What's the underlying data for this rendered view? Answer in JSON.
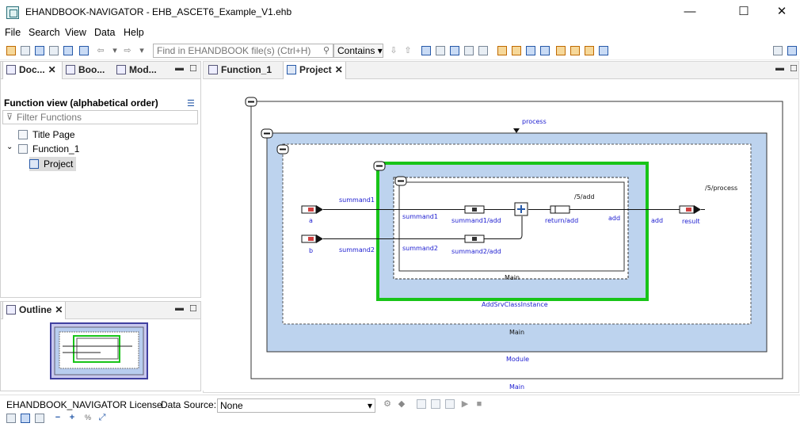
{
  "window": {
    "title": "EHANDBOOK-NAVIGATOR - EHB_ASCET6_Example_V1.ehb",
    "minimize": "—",
    "maximize": "☐",
    "close": "✕"
  },
  "menu": [
    "File",
    "Search",
    "View",
    "Data",
    "Help"
  ],
  "toolbar": {
    "search_placeholder": "Find in EHANDBOOK file(s) (Ctrl+H)",
    "mode": "Contains"
  },
  "left_panel": {
    "tabs": [
      "Doc...",
      "Boo...",
      "Mod..."
    ],
    "heading": "Function view (alphabetical order)",
    "filter_placeholder": "Filter Functions",
    "tree": [
      {
        "label": "Title Page"
      },
      {
        "label": "Function_1"
      },
      {
        "label": "Project"
      }
    ]
  },
  "outline_panel": {
    "tab": "Outline"
  },
  "editor": {
    "tabs": [
      "Function_1",
      "Project"
    ]
  },
  "diagram": {
    "top_label": "process",
    "input_a": "a",
    "input_b": "b",
    "summand1_outer": "summand1",
    "summand2_outer": "summand2",
    "summand1_inner": "summand1",
    "summand2_inner": "summand2",
    "summand1_add": "summand1/add",
    "summand2_add": "summand2/add",
    "return_add": "return/add",
    "add_inner": "add",
    "add_outer": "add",
    "path_add": "/5/add",
    "path_process": "/5/process",
    "result": "result",
    "main_inner": "Main",
    "instance": "AddSrvClassInstance",
    "main_mid": "Main",
    "module": "Module",
    "main_outer": "Main"
  },
  "status": {
    "license": "EHANDBOOK_NAVIGATOR License",
    "datasource_label": "Data Source:",
    "datasource_value": "None"
  },
  "colors": {
    "module_fill": "#bdd3ee",
    "instance_border": "#18c418",
    "wire": "#111111",
    "label": "#1b1bd0"
  }
}
